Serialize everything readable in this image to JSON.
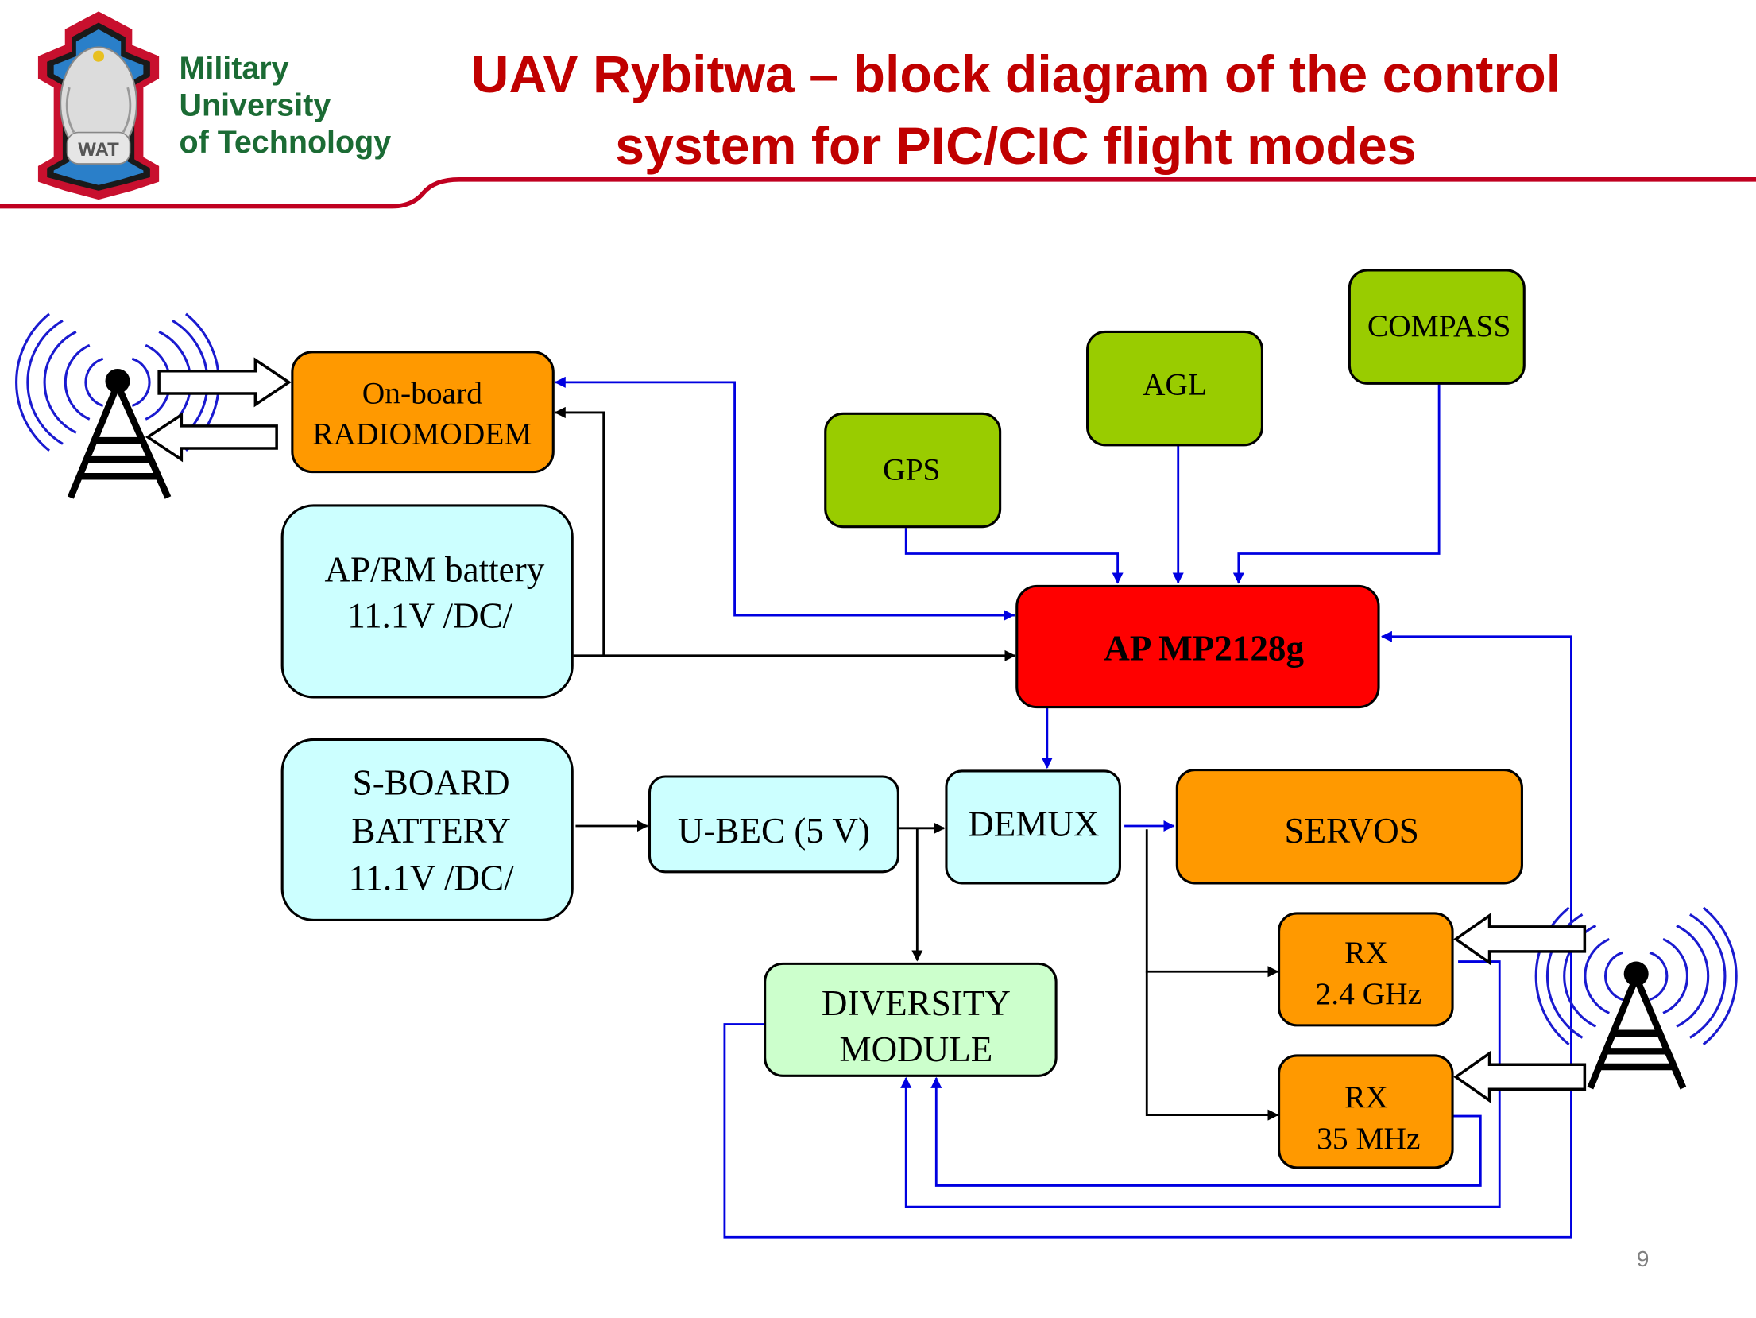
{
  "header": {
    "logo": {
      "line1": "Military",
      "line2": "University",
      "line3": "of Technology",
      "badge": "WAT"
    },
    "title_line1": "UAV Rybitwa – block diagram of the control",
    "title_line2": "system for PIC/CIC flight modes",
    "accent_color": "#c00000"
  },
  "blocks": {
    "radiomodem": {
      "line1": "On-board",
      "line2": "RADIOMODEM",
      "color": "#ff9900"
    },
    "aprm_battery": {
      "line1": "AP/RM battery",
      "line2": "11.1V /DC/",
      "color": "#ccffff"
    },
    "sboard_battery": {
      "line1": "S-BOARD",
      "line2": "BATTERY",
      "line3": "11.1V /DC/",
      "color": "#ccffff"
    },
    "ubec": {
      "label": "U-BEC (5 V)",
      "color": "#ccffff"
    },
    "demux": {
      "label": "DEMUX",
      "color": "#ccffff"
    },
    "gps": {
      "label": "GPS",
      "color": "#99cc00"
    },
    "agl": {
      "label": "AGL",
      "color": "#99cc00"
    },
    "compass": {
      "label": "COMPASS",
      "color": "#99cc00"
    },
    "autopilot": {
      "label": "AP MP2128g",
      "color": "#ff0000"
    },
    "servos": {
      "label": "SERVOS",
      "color": "#ff9900"
    },
    "rx24": {
      "line1": "RX",
      "line2": "2.4 GHz",
      "color": "#ff9900"
    },
    "rx35": {
      "line1": "RX",
      "line2": "35 MHz",
      "color": "#ff9900"
    },
    "diversity": {
      "line1": "DIVERSITY",
      "line2": "MODULE",
      "color": "#ccffcc"
    }
  },
  "connections": [
    {
      "from": "radiomodem",
      "to": "autopilot",
      "type": "data",
      "bidirectional": true
    },
    {
      "from": "aprm_battery",
      "to": "radiomodem",
      "type": "power"
    },
    {
      "from": "aprm_battery",
      "to": "autopilot",
      "type": "power"
    },
    {
      "from": "gps",
      "to": "autopilot",
      "type": "data"
    },
    {
      "from": "agl",
      "to": "autopilot",
      "type": "data"
    },
    {
      "from": "compass",
      "to": "autopilot",
      "type": "data"
    },
    {
      "from": "autopilot",
      "to": "demux",
      "type": "data"
    },
    {
      "from": "sboard_battery",
      "to": "ubec",
      "type": "power"
    },
    {
      "from": "ubec",
      "to": "demux",
      "type": "power"
    },
    {
      "from": "ubec",
      "to": "diversity",
      "type": "power"
    },
    {
      "from": "demux",
      "to": "servos",
      "type": "data"
    },
    {
      "from": "demux",
      "to": "rx24",
      "type": "power"
    },
    {
      "from": "demux",
      "to": "rx35",
      "type": "power"
    },
    {
      "from": "rx24",
      "to": "diversity",
      "type": "data"
    },
    {
      "from": "rx35",
      "to": "diversity",
      "type": "data"
    },
    {
      "from": "diversity",
      "to": "autopilot",
      "type": "data"
    }
  ],
  "line_colors": {
    "data": "#0000e0",
    "power": "#000000"
  },
  "page_number": "9"
}
